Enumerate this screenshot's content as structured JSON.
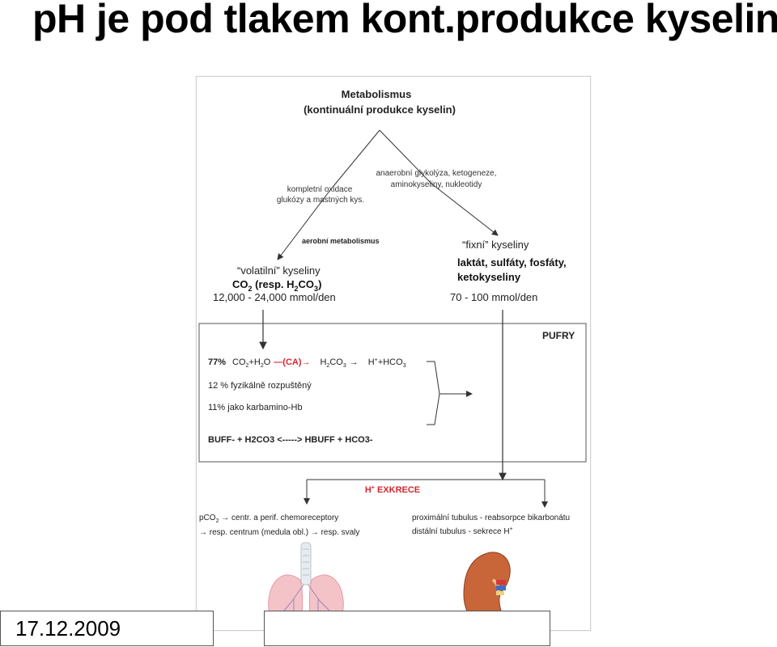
{
  "slide": {
    "title": "pH je pod tlakem kont.produkce kyselin",
    "date": "17.12.2009"
  },
  "diagram": {
    "top_title": "Metabolismus",
    "top_subtitle": "(kontinuální produkce kyselin)",
    "left_branch": {
      "label_line1": "kompletní oxidace",
      "label_line2": "glukózy a mastných kys.",
      "arrow_label": "aerobní metabolismus",
      "name": "“volatilní” kyseliny",
      "formula_a": "CO",
      "formula_a_sub": "2",
      "formula_b": " (resp. H",
      "formula_b_sub": "2",
      "formula_c": "CO",
      "formula_c_sub": "3",
      "formula_d": ")",
      "amount": "12,000 - 24,000 mmol/den"
    },
    "right_branch": {
      "label_line1": "anaerobní glykolýza, ketogeneze,",
      "label_line2": "aminokyseliny, nukleotidy",
      "name": "“fixní” kyseliny",
      "list_line1": "laktát, sulfáty, fosfáty,",
      "list_line2": "ketokyseliny",
      "amount": "70 - 100 mmol/den"
    },
    "buffers": {
      "title": "PUFRY",
      "row1": {
        "pct": "77%",
        "co": "CO",
        "co_sub": "2",
        "plus_h": "+H",
        "h_sub": "2",
        "o": "O",
        "ca": "—(CA)→",
        "h2": "H",
        "h2_sub": "2",
        "co3": "CO",
        "co3_sub": "3",
        "arrow": "→",
        "hplus": "H",
        "hplus_sup": "+",
        "hco": "+HCO",
        "hco_sub": "3"
      },
      "row2": "12 % fyzikálně rozpuštěný",
      "row3": "11% jako karbamino-Hb",
      "equation": "BUFF- + H2CO3 <-----> HBUFF + HCO3-"
    },
    "excretion": {
      "title_h": "H",
      "title_sup": "+",
      "title_rest": " EXKRECE",
      "lung_line1_a": "pCO",
      "lung_line1_sub": "2",
      "lung_line1_b": " → centr. a perif. chemoreceptory",
      "lung_line2": "→  resp. centrum (medula obl.) → resp. svaly",
      "kidney_line1": "proximální tubulus - reabsorpce bikarbonátu",
      "kidney_line2_a": "distální tubulus - sekrece H",
      "kidney_line2_sup": "+"
    }
  },
  "colors": {
    "accent_red": "#d6262e",
    "line": "#333333",
    "lung_pink": "#f3c3c8",
    "kidney": "#c8663a"
  }
}
